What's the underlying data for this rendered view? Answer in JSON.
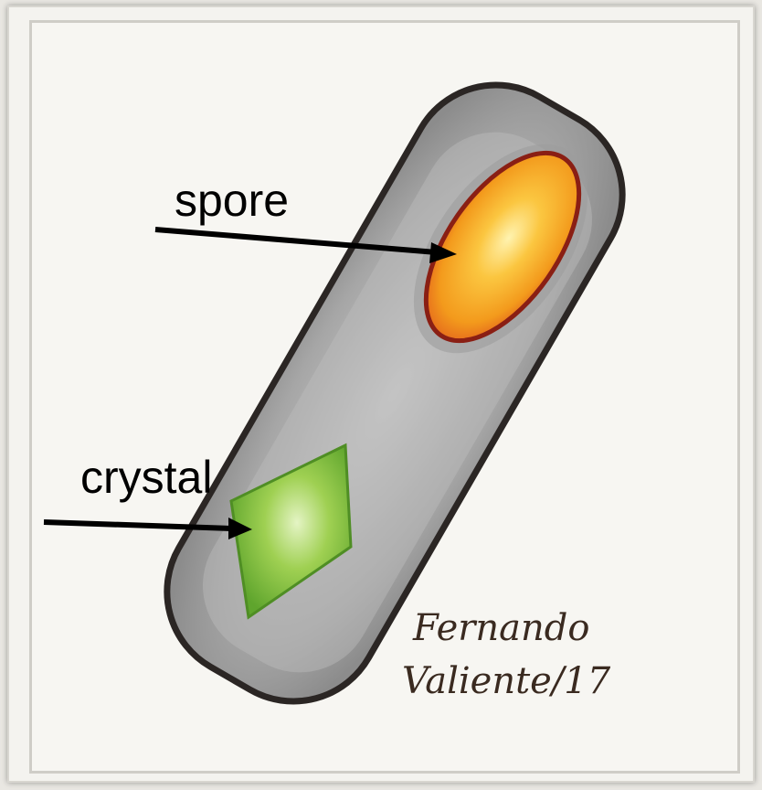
{
  "labels": {
    "spore": "spore",
    "crystal": "crystal"
  },
  "signature": {
    "text_line1": "Fernando",
    "text_line2": "Valiente/17"
  },
  "colors": {
    "cell_body": "#a9a9a9",
    "cell_outline": "#2b2624",
    "spore_fill": "#f7a21a",
    "spore_outline": "#8a1f14",
    "crystal_fill": "#8cc63f",
    "arrow": "#000000",
    "paper": "#f7f6f2"
  }
}
